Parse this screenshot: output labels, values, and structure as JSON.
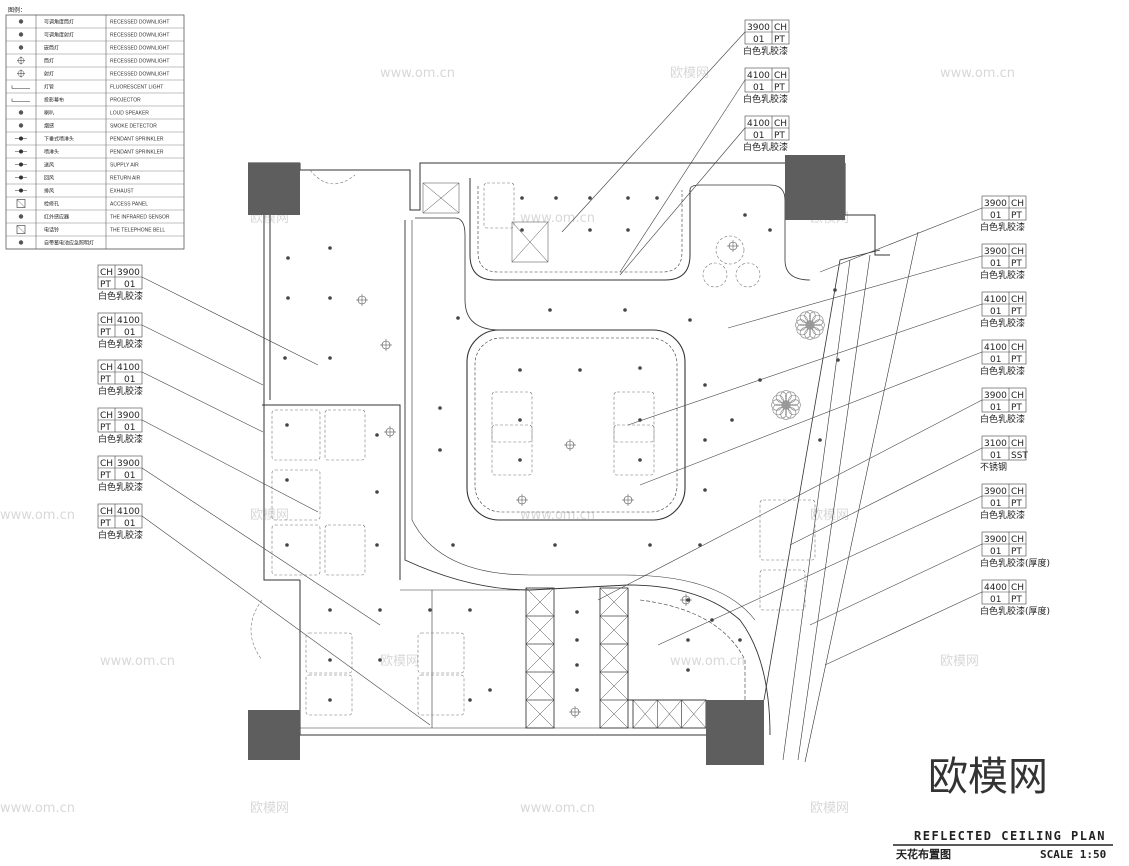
{
  "legend": {
    "title": "图例：",
    "items": [
      {
        "icon": "recessed-downlight-adjustable-icon",
        "zh": "可调角度筒灯",
        "en": "RECESSED DOWNLIGHT"
      },
      {
        "icon": "recessed-downlight-icon",
        "zh": "可调角度射灯",
        "en": "RECESSED DOWNLIGHT"
      },
      {
        "icon": "recessed-downlight-icon",
        "zh": "嵌筒灯",
        "en": "RECESSED DOWNLIGHT"
      },
      {
        "icon": "downlight-crosshair-icon",
        "zh": "筒灯",
        "en": "RECESSED DOWNLIGHT"
      },
      {
        "icon": "downlight-crosshair-icon",
        "zh": "射灯",
        "en": "RECESSED DOWNLIGHT"
      },
      {
        "icon": "fluorescent-light-icon",
        "zh": "灯管",
        "en": "FLUORESCENT LIGHT"
      },
      {
        "icon": "projector-icon",
        "zh": "投影幕布",
        "en": "PROJECTOR"
      },
      {
        "icon": "loud-speaker-icon",
        "zh": "喇叭",
        "en": "LOUD SPEAKER"
      },
      {
        "icon": "smoke-detector-icon",
        "zh": "烟感",
        "en": "SMOKE DETECTOR"
      },
      {
        "icon": "pendant-sprinkler-icon",
        "zh": "下垂式喷淋头",
        "en": "PENDANT SPRINKLER"
      },
      {
        "icon": "pendant-sprinkler-icon",
        "zh": "喷淋头",
        "en": "PENDANT SPRINKLER"
      },
      {
        "icon": "supply-air-icon",
        "zh": "送风",
        "en": "SUPPLY AIR"
      },
      {
        "icon": "return-air-icon",
        "zh": "回风",
        "en": "RETURN AIR"
      },
      {
        "icon": "exhaust-icon",
        "zh": "排风",
        "en": "EXHAUST"
      },
      {
        "icon": "access-panel-icon",
        "zh": "检修孔",
        "en": "ACCESS PANEL"
      },
      {
        "icon": "infrared-sensor-icon",
        "zh": "红外感应器",
        "en": "THE INFRARED SENSOR"
      },
      {
        "icon": "telephone-bell-icon",
        "zh": "电话铃",
        "en": "THE TELEPHONE BELL"
      },
      {
        "icon": "emergency-light-icon",
        "zh": "自带蓄电池应急照明灯",
        "en": ""
      }
    ]
  },
  "tags_left": [
    {
      "ch": "3900",
      "pt": "01",
      "note": "白色乳胶漆"
    },
    {
      "ch": "4100",
      "pt": "01",
      "note": "白色乳胶漆"
    },
    {
      "ch": "4100",
      "pt": "01",
      "note": "白色乳胶漆"
    },
    {
      "ch": "3900",
      "pt": "01",
      "note": "白色乳胶漆"
    },
    {
      "ch": "3900",
      "pt": "01",
      "note": "白色乳胶漆"
    },
    {
      "ch": "4100",
      "pt": "01",
      "note": "白色乳胶漆"
    }
  ],
  "tags_top": [
    {
      "ch": "3900",
      "pt": "01",
      "note": "白色乳胶漆"
    },
    {
      "ch": "4100",
      "pt": "01",
      "note": "白色乳胶漆"
    },
    {
      "ch": "4100",
      "pt": "01",
      "note": "白色乳胶漆"
    }
  ],
  "tags_right": [
    {
      "ch": "3900",
      "pt": "01",
      "code": "PT",
      "note": "白色乳胶漆"
    },
    {
      "ch": "3900",
      "pt": "01",
      "code": "PT",
      "note": "白色乳胶漆"
    },
    {
      "ch": "4100",
      "pt": "01",
      "code": "PT",
      "note": "白色乳胶漆"
    },
    {
      "ch": "4100",
      "pt": "01",
      "code": "PT",
      "note": "白色乳胶漆"
    },
    {
      "ch": "3900",
      "pt": "01",
      "code": "PT",
      "note": "白色乳胶漆"
    },
    {
      "ch": "3100",
      "pt": "01",
      "code": "SST",
      "note": "不锈钢"
    },
    {
      "ch": "3900",
      "pt": "01",
      "code": "PT",
      "note": "白色乳胶漆"
    },
    {
      "ch": "3900",
      "pt": "01",
      "code": "PT",
      "note": "白色乳胶漆(厚度)"
    },
    {
      "ch": "4400",
      "pt": "01",
      "code": "PT",
      "note": "白色乳胶漆(厚度)"
    }
  ],
  "labels": {
    "ch": "CH",
    "pt": "PT",
    "sst": "SST"
  },
  "title_block": {
    "en": "REFLECTED CEILING PLAN",
    "zh": "天花布置图",
    "scale": "SCALE 1:50"
  },
  "watermark": {
    "logo": "欧模网",
    "url": "www.om.cn"
  },
  "colors": {
    "line": "#333333",
    "column": "#5e5e5e",
    "dashed": "#777777",
    "tree": "#888888"
  }
}
